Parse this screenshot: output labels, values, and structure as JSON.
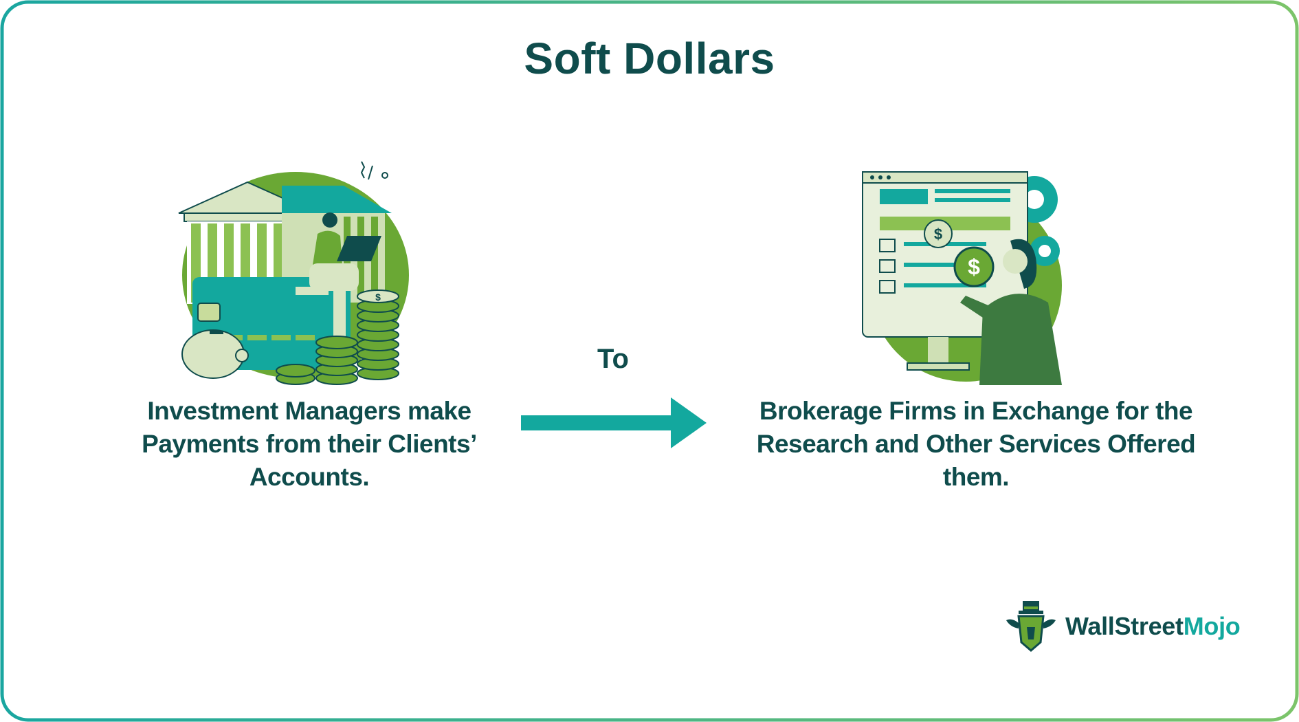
{
  "title": "Soft Dollars",
  "connector": {
    "label": "To"
  },
  "left": {
    "caption_lines": [
      "Investment Managers make",
      "Payments from their Clients’",
      "Accounts."
    ],
    "coin_symbol": "$"
  },
  "right": {
    "caption_lines": [
      "Brokerage Firms in Exchange for the",
      "Research and Other Services Offered",
      "them."
    ],
    "coin_symbol": "$"
  },
  "brand": {
    "name_part1": "WallStreet",
    "name_part2": "Mojo"
  },
  "colors": {
    "dark_teal": "#0f4c4c",
    "teal": "#13a89e",
    "green": "#6aa834",
    "light_green": "#cfe0b5",
    "frame_gradient": [
      "#1aa6a0",
      "#7cc46a"
    ]
  }
}
